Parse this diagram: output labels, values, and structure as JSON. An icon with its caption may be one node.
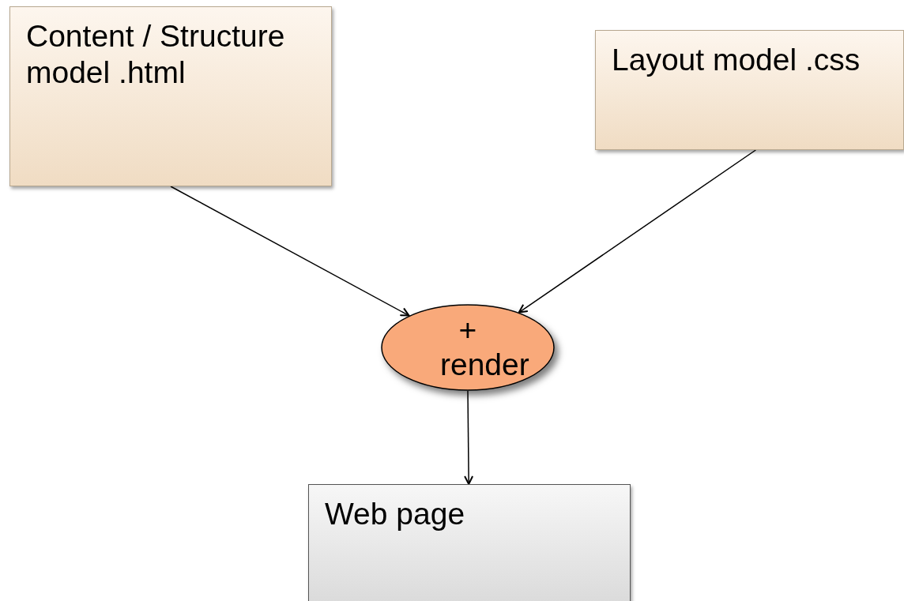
{
  "diagram": {
    "nodes": [
      {
        "text": [
          "Content / Structure model .html"
        ]
      },
      {
        "text": [
          "Layout model .css"
        ]
      },
      {
        "text": [
          "+ render"
        ]
      },
      {
        "text": [
          "Web page"
        ]
      }
    ],
    "edges": [
      {
        "from": 0,
        "to": 2,
        "arrow": "to"
      },
      {
        "from": 1,
        "to": 2,
        "arrow": "to"
      },
      {
        "from": 2,
        "to": 3,
        "arrow": "to"
      }
    ]
  }
}
